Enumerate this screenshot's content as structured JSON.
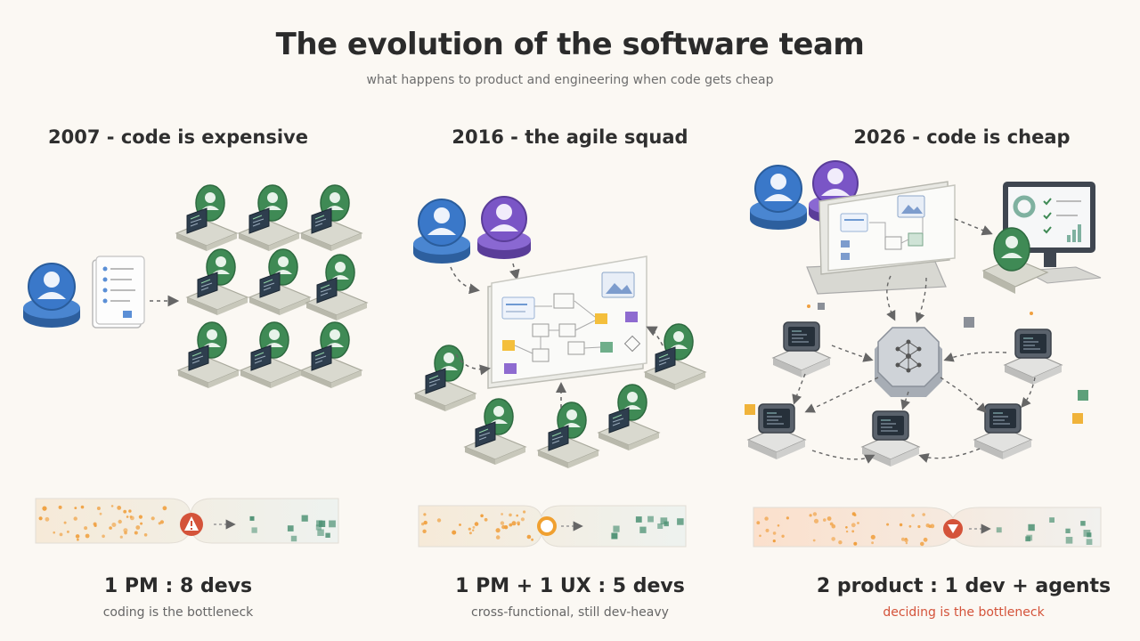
{
  "title": "The evolution of the software team",
  "subtitle": "what happens to product and engineering when code gets cheap",
  "eras": [
    {
      "heading": "2007 - code is expensive",
      "ratio": "1 PM : 8 devs",
      "caption": "coding is the bottleneck",
      "bottleneck_icon": "warning-icon"
    },
    {
      "heading": "2016 - the agile squad",
      "ratio": "1 PM + 1 UX : 5 devs",
      "caption": "cross-functional, still dev-heavy",
      "bottleneck_icon": "ring-icon"
    },
    {
      "heading": "2026 - code is cheap",
      "ratio": "2 product : 1 dev + agents",
      "caption": "deciding is the bottleneck",
      "bottleneck_icon": "funnel-down-icon"
    }
  ],
  "colors": {
    "pm": "#3a78c9",
    "ux": "#7a55c6",
    "dev": "#3f8a55",
    "agent": "#6b7480",
    "alert": "#d4533a",
    "idea_dot": "#f0a040",
    "output_square": "#4f9275"
  }
}
